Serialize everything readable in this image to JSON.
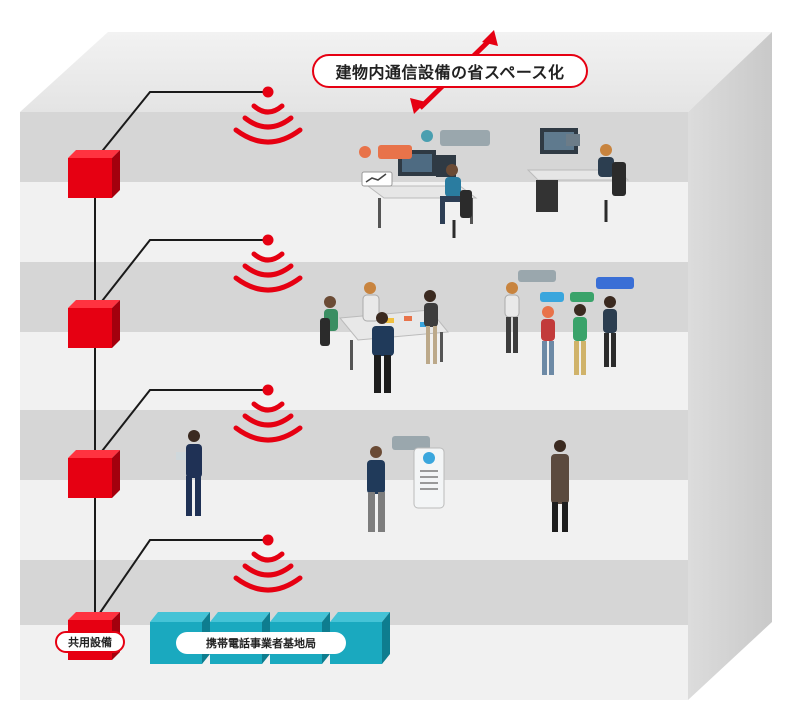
{
  "diagram": {
    "callout_text": "建物内通信設備の省スペース化",
    "shared_equipment_label": "共用設備",
    "carrier_base_station_label": "携帯電話事業者基地局",
    "floors": [
      {
        "scene": "office-workers-desks"
      },
      {
        "scene": "meeting-and-discussion"
      },
      {
        "scene": "smartphone-users-and-staff"
      },
      {
        "scene": "empty-floor"
      }
    ],
    "colors": {
      "shared_red": "#e60012",
      "carrier_teal": "#1aa9bf",
      "building_grey": "#d9d9d9",
      "chat_gray": "#9aa7ad",
      "chat_blue": "#3aa6dd",
      "chat_green": "#3aa36a",
      "chat_orange": "#e8734a"
    }
  }
}
